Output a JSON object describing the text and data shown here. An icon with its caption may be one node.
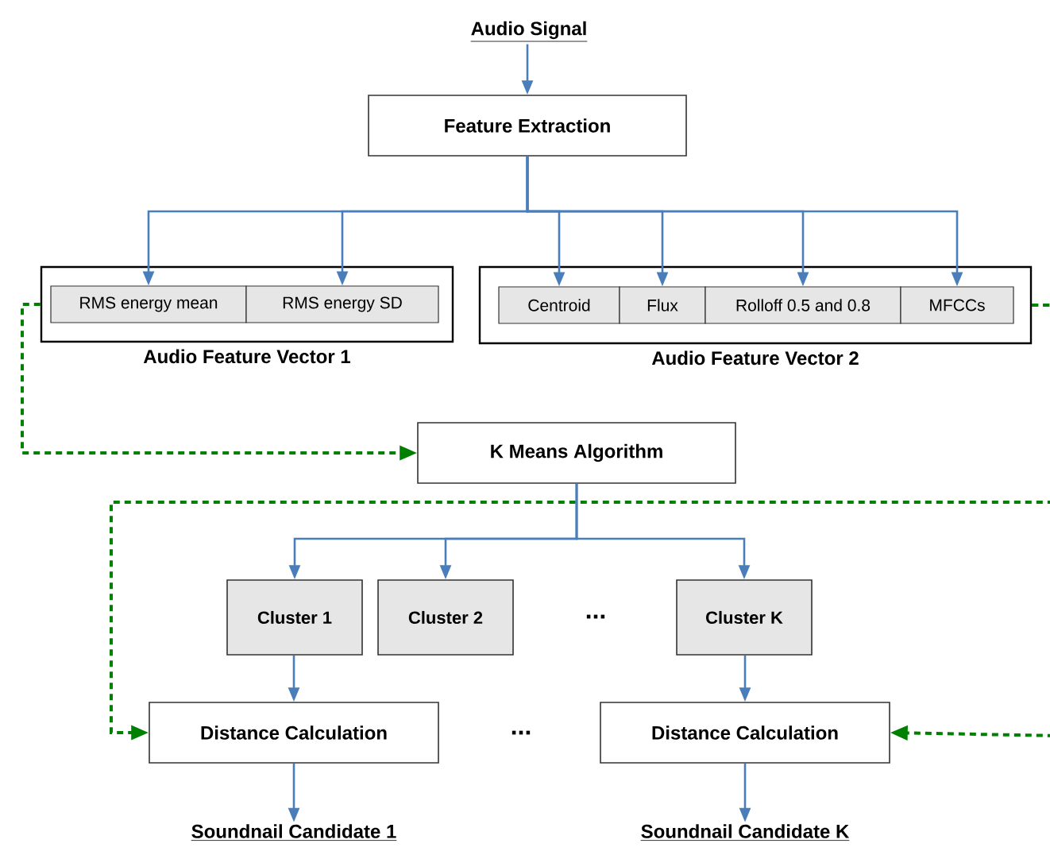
{
  "diagram": {
    "nodes": [
      {
        "text": [
          "Audio Signal"
        ]
      },
      {
        "text": [
          "Feature Extraction"
        ]
      },
      {
        "text": [
          "Audio Feature Vector 1"
        ]
      },
      {
        "text": [
          "RMS energy mean"
        ],
        "in": 2
      },
      {
        "text": [
          "RMS energy SD"
        ],
        "in": 2
      },
      {
        "text": [
          "Audio Feature Vector 2"
        ]
      },
      {
        "text": [
          "Centroid"
        ],
        "in": 5
      },
      {
        "text": [
          "Flux"
        ],
        "in": 5
      },
      {
        "text": [
          "Rolloff 0.5 and 0.8"
        ],
        "in": 5
      },
      {
        "text": [
          "MFCCs"
        ],
        "in": 5
      },
      {
        "text": [
          "K Means Algorithm"
        ]
      },
      {
        "text": [
          "Cluster 1"
        ]
      },
      {
        "text": [
          "Cluster 2"
        ]
      },
      {
        "text": [
          "Cluster K"
        ]
      },
      {
        "text": [
          "Distance Calculation"
        ]
      },
      {
        "text": [
          "Distance Calculation"
        ]
      },
      {
        "text": [
          "Soundnail Candidate 1"
        ]
      },
      {
        "text": [
          "Soundnail Candidate K"
        ]
      }
    ],
    "edges": [
      {
        "from": 0,
        "to": 1,
        "arrow": "to"
      },
      {
        "from": 1,
        "to": 3,
        "arrow": "to"
      },
      {
        "from": 1,
        "to": 4,
        "arrow": "to"
      },
      {
        "from": 1,
        "to": 6,
        "arrow": "to"
      },
      {
        "from": 1,
        "to": 7,
        "arrow": "to"
      },
      {
        "from": 1,
        "to": 8,
        "arrow": "to"
      },
      {
        "from": 1,
        "to": 9,
        "arrow": "to"
      },
      {
        "from": 2,
        "to": 10,
        "arrow": "to",
        "style": "dashed",
        "color": "#008000"
      },
      {
        "from": 5,
        "to": 14,
        "arrow": "to",
        "style": "dashed",
        "color": "#008000"
      },
      {
        "from": 5,
        "to": 15,
        "arrow": "to",
        "style": "dashed",
        "color": "#008000"
      },
      {
        "from": 10,
        "to": 11,
        "arrow": "to"
      },
      {
        "from": 10,
        "to": 12,
        "arrow": "to"
      },
      {
        "from": 10,
        "to": 13,
        "arrow": "to"
      },
      {
        "from": 11,
        "to": 14,
        "arrow": "to"
      },
      {
        "from": 13,
        "to": 15,
        "arrow": "to"
      },
      {
        "from": 14,
        "to": 16,
        "arrow": "to"
      },
      {
        "from": 15,
        "to": 17,
        "arrow": "to"
      }
    ],
    "labels": [
      "...",
      "..."
    ]
  }
}
